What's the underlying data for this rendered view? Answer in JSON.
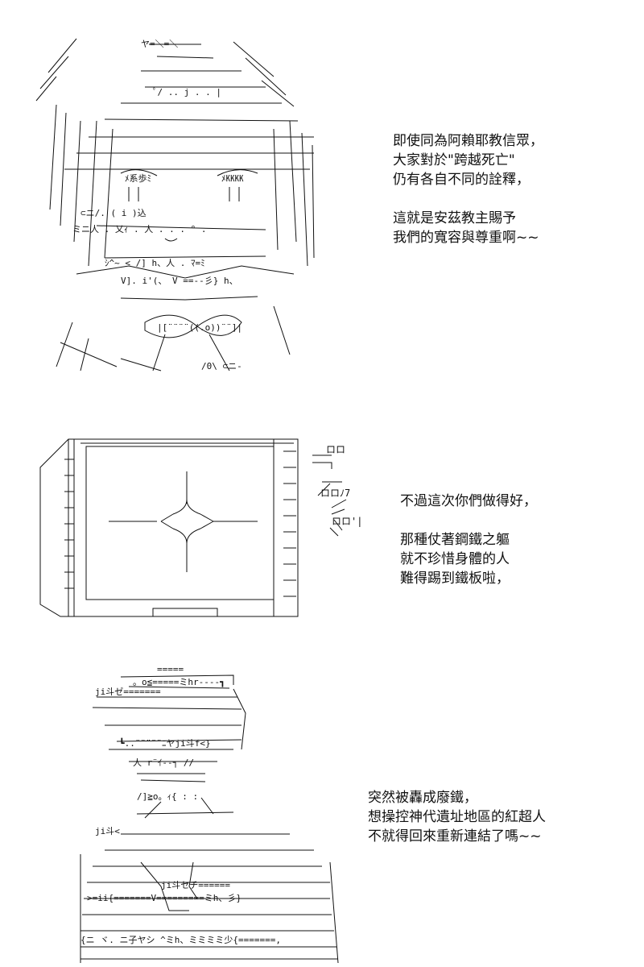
{
  "colors": {
    "ink": "#111111",
    "paper": "#ffffff"
  },
  "panels": [
    {
      "art": "ascii-art-character-hat-bow",
      "lines": [
        "即使同為阿賴耶教信眾，",
        "大家對於\"跨越死亡\"",
        "仍有各自不同的詮釋，",
        "",
        "這就是安茲教主賜予",
        "我們的寬容與尊重啊~~"
      ]
    },
    {
      "art": "ascii-art-monitor-sparkle",
      "lines": [
        "不過這次你們做得好，",
        "",
        "那種仗著鋼鐵之軀",
        "就不珍惜身體的人",
        "難得踢到鐵板啦，"
      ]
    },
    {
      "art": "ascii-art-character-armored",
      "lines": [
        "突然被轟成廢鐵，",
        "想操控神代遺址地區的紅超人",
        "不就得回來重新連結了嗎~~"
      ]
    }
  ]
}
